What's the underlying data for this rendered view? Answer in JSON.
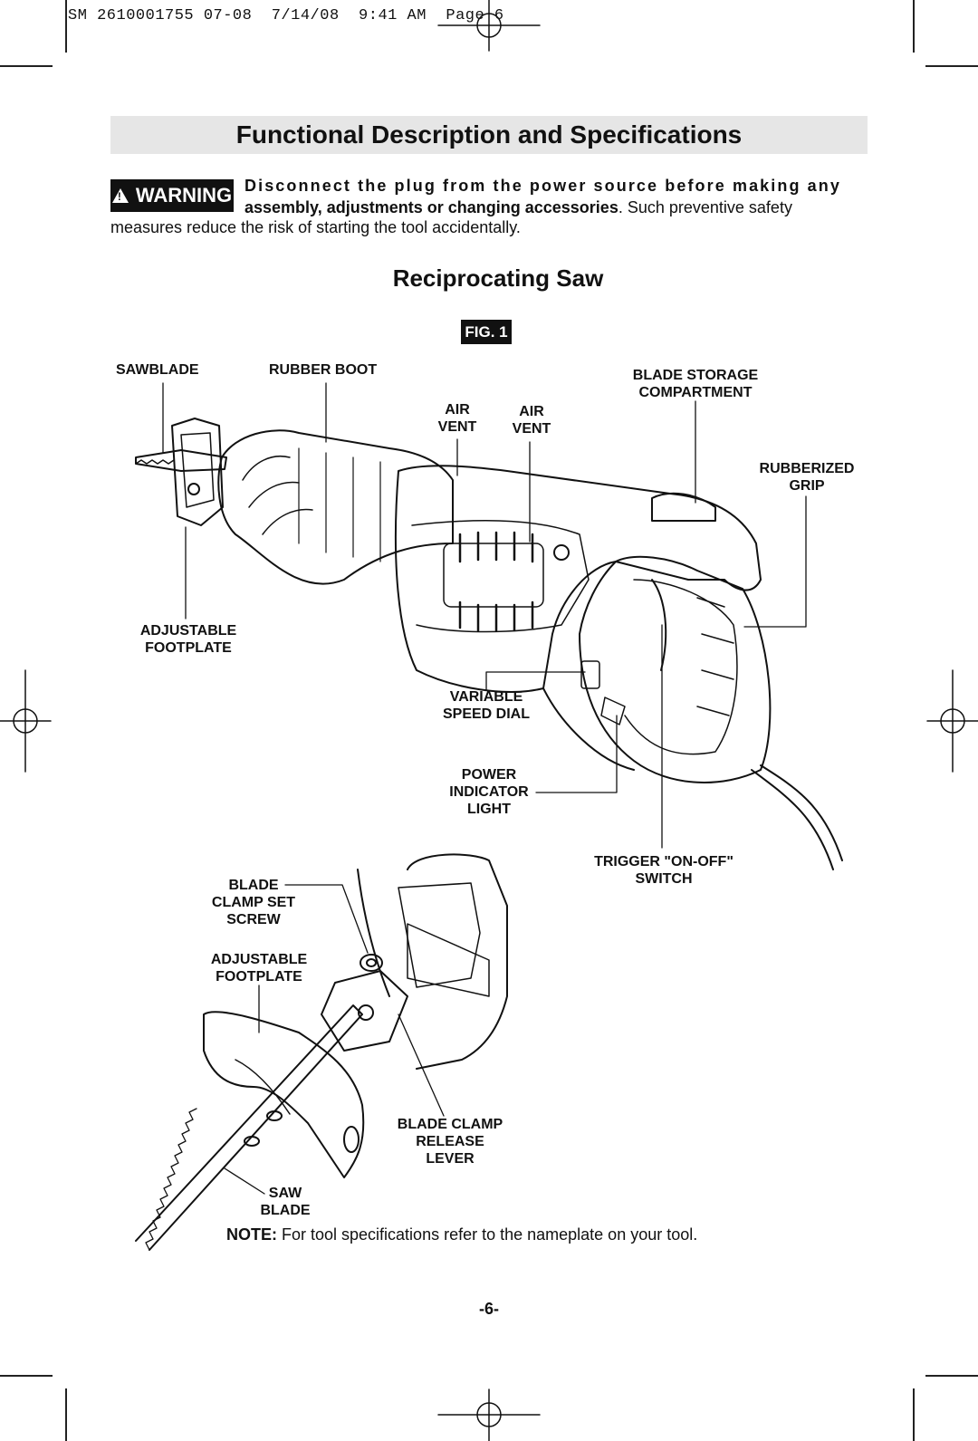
{
  "header": {
    "slug": "SM 2610001755 07-08  7/14/08  9:41 AM  Page 6"
  },
  "section_title": "Functional Description and Specifications",
  "warning": {
    "badge": "WARNING",
    "line1": "Disconnect the plug from the power source before making any",
    "line2_bold": "assembly, adjustments or changing accessories",
    "line2_rest": ".  Such preventive safety",
    "line3": "measures reduce the risk of starting the tool accidentally."
  },
  "subtitle": "Reciprocating Saw",
  "figure": {
    "badge": "FIG. 1",
    "labels": {
      "sawblade": "SAWBLADE",
      "rubber_boot": "RUBBER BOOT",
      "air_vent_1a": "AIR",
      "air_vent_1b": "VENT",
      "air_vent_2a": "AIR",
      "air_vent_2b": "VENT",
      "blade_storage_a": "BLADE STORAGE",
      "blade_storage_b": "COMPARTMENT",
      "rubberized_grip_a": "RUBBERIZED",
      "rubberized_grip_b": "GRIP",
      "adj_footplate_a": "ADJUSTABLE",
      "adj_footplate_b": "FOOTPLATE",
      "variable_speed_a": "VARIABLE",
      "variable_speed_b": "SPEED DIAL",
      "power_light_a": "POWER",
      "power_light_b": "INDICATOR",
      "power_light_c": "LIGHT",
      "trigger_a": "TRIGGER \"ON-OFF\"",
      "trigger_b": "SWITCH",
      "clamp_screw_a": "BLADE",
      "clamp_screw_b": "CLAMP SET",
      "clamp_screw_c": "SCREW",
      "adj_footplate2_a": "ADJUSTABLE",
      "adj_footplate2_b": "FOOTPLATE",
      "release_lever_a": "BLADE CLAMP",
      "release_lever_b": "RELEASE",
      "release_lever_c": "LEVER",
      "saw_blade_a": "SAW",
      "saw_blade_b": "BLADE"
    }
  },
  "note": {
    "bold": "NOTE:",
    "text": " For tool specifications refer to the nameplate on your tool."
  },
  "page_number": "-6-"
}
